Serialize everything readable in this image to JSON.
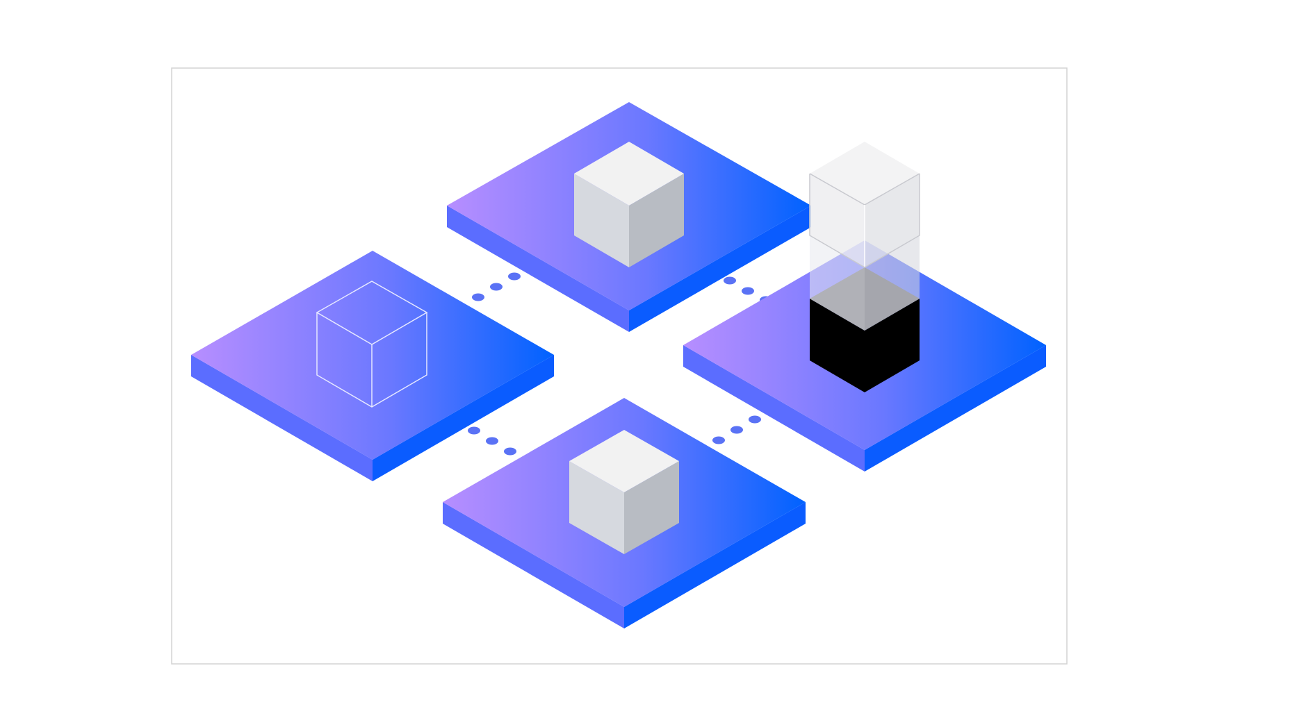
{
  "illustration": {
    "platforms": [
      {
        "name": "platform-top",
        "cube": "solid"
      },
      {
        "name": "platform-left",
        "cube": "wireframe"
      },
      {
        "name": "platform-right",
        "cube": "stacked-transparent-black"
      },
      {
        "name": "platform-bottom",
        "cube": "solid"
      }
    ],
    "connectors": 4
  },
  "colors": {
    "gradient_start": "#b78eff",
    "gradient_end": "#0062ff",
    "side_left": "#4e62ff",
    "side_right": "#0a5cff",
    "cube_top": "#f2f2f2",
    "cube_left": "#d6d9df",
    "cube_right": "#b8bcc3",
    "dot": "#5a72f5",
    "frame_border": "#d0d0d0",
    "black_cube_top": "#707070",
    "black_cube_front": "#000000"
  }
}
